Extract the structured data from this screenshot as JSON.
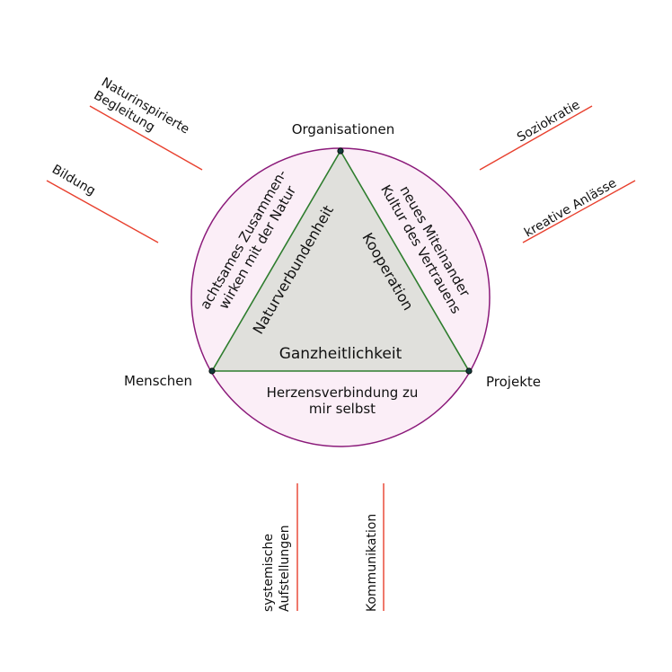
{
  "colors": {
    "circle_stroke": "#8b1a7a",
    "circle_fill": "#fbeef7",
    "triangle_fill": "#e0e0dc",
    "triangle_stroke": "#2e7d2e",
    "branch_line": "#e8402e"
  },
  "vertices": {
    "top": "Organisationen",
    "left": "Menschen",
    "right": "Projekte"
  },
  "center_label": "Ganzheitlichkeit",
  "inner_labels": {
    "left": "Naturverbundenheit",
    "right": "Kooperation"
  },
  "segments": {
    "left": [
      "achtsames Zusammen-",
      "wirken mit der Natur"
    ],
    "right": [
      "neues Miteinander",
      "Kultur des Vertrauens"
    ],
    "bottom": [
      "Herzensverbindung zu",
      "mir selbst"
    ]
  },
  "branches": {
    "naturinspirierte": [
      "Naturinspirierte",
      "Begleitung"
    ],
    "bildung": [
      "Bildung"
    ],
    "soziokratie": [
      "Soziokratie"
    ],
    "kreative": [
      "kreative Anlässe"
    ],
    "systemische": [
      "systemische",
      "Aufstellungen"
    ],
    "kommunikation": [
      "Kommunikation"
    ]
  }
}
